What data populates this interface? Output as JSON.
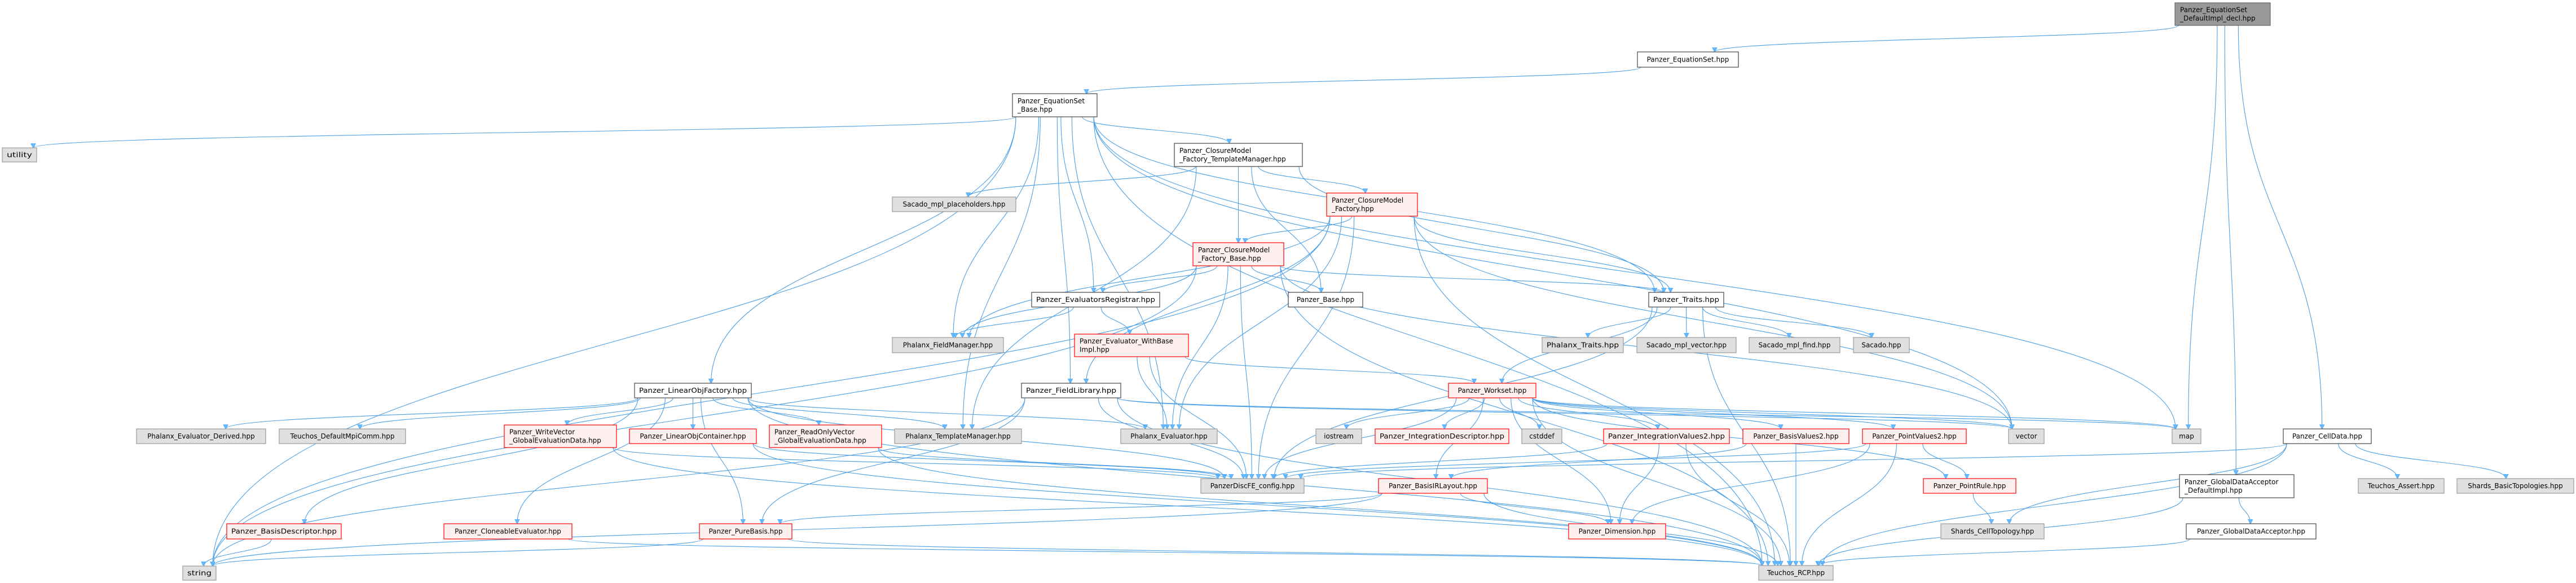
{
  "title": "Panzer_EquationSet_DefaultImpl_decl.hpp include dependency graph",
  "colors": {
    "edge": "#4a9fe6",
    "root_fill": "#999999",
    "red_border": "#ff0000",
    "system_fill": "#e0e0e0"
  },
  "nodes": {
    "root": {
      "lines": [
        "Panzer_EquationSet",
        "_DefaultImpl_decl.hpp"
      ],
      "kind": "root"
    },
    "es": {
      "lines": [
        "Panzer_EquationSet.hpp"
      ],
      "kind": "local"
    },
    "eb": {
      "lines": [
        "Panzer_EquationSet",
        "_Base.hpp"
      ],
      "kind": "local"
    },
    "utility": {
      "lines": [
        "utility"
      ],
      "kind": "system"
    },
    "tm": {
      "lines": [
        "Panzer_ClosureModel",
        "_Factory_TemplateManager.hpp"
      ],
      "kind": "local"
    },
    "smp": {
      "lines": [
        "Sacado_mpl_placeholders.hpp"
      ],
      "kind": "system"
    },
    "cf": {
      "lines": [
        "Panzer_ClosureModel",
        "_Factory.hpp"
      ],
      "kind": "red"
    },
    "fb": {
      "lines": [
        "Panzer_ClosureModel",
        "_Factory_Base.hpp"
      ],
      "kind": "red"
    },
    "er": {
      "lines": [
        "Panzer_EvaluatorsRegistrar.hpp"
      ],
      "kind": "local"
    },
    "pbase": {
      "lines": [
        "Panzer_Base.hpp"
      ],
      "kind": "local"
    },
    "traits": {
      "lines": [
        "Panzer_Traits.hpp"
      ],
      "kind": "local"
    },
    "pfm": {
      "lines": [
        "Phalanx_FieldManager.hpp"
      ],
      "kind": "system"
    },
    "wbi": {
      "lines": [
        "Panzer_Evaluator_WithBase",
        "Impl.hpp"
      ],
      "kind": "red"
    },
    "ptraits": {
      "lines": [
        "Phalanx_Traits.hpp"
      ],
      "kind": "system"
    },
    "smv": {
      "lines": [
        "Sacado_mpl_vector.hpp"
      ],
      "kind": "system"
    },
    "smf": {
      "lines": [
        "Sacado_mpl_find.hpp"
      ],
      "kind": "system"
    },
    "sacado": {
      "lines": [
        "Sacado.hpp"
      ],
      "kind": "system"
    },
    "lof": {
      "lines": [
        "Panzer_LinearObjFactory.hpp"
      ],
      "kind": "local"
    },
    "fl": {
      "lines": [
        "Panzer_FieldLibrary.hpp"
      ],
      "kind": "local"
    },
    "ws": {
      "lines": [
        "Panzer_Workset.hpp"
      ],
      "kind": "red"
    },
    "ped": {
      "lines": [
        "Phalanx_Evaluator_Derived.hpp"
      ],
      "kind": "system"
    },
    "mpi": {
      "lines": [
        "Teuchos_DefaultMpiComm.hpp"
      ],
      "kind": "system"
    },
    "wv": {
      "lines": [
        "Panzer_WriteVector",
        "_GlobalEvaluationData.hpp"
      ],
      "kind": "red"
    },
    "loc": {
      "lines": [
        "Panzer_LinearObjContainer.hpp"
      ],
      "kind": "red"
    },
    "rov": {
      "lines": [
        "Panzer_ReadOnlyVector",
        "_GlobalEvaluationData.hpp"
      ],
      "kind": "red"
    },
    "ptm": {
      "lines": [
        "Phalanx_TemplateManager.hpp"
      ],
      "kind": "system"
    },
    "pev": {
      "lines": [
        "Phalanx_Evaluator.hpp"
      ],
      "kind": "system"
    },
    "ios": {
      "lines": [
        "iostream"
      ],
      "kind": "system"
    },
    "idesc": {
      "lines": [
        "Panzer_IntegrationDescriptor.hpp"
      ],
      "kind": "red"
    },
    "cstddef": {
      "lines": [
        "cstddef"
      ],
      "kind": "system"
    },
    "iv2": {
      "lines": [
        "Panzer_IntegrationValues2.hpp"
      ],
      "kind": "red"
    },
    "bv2": {
      "lines": [
        "Panzer_BasisValues2.hpp"
      ],
      "kind": "red"
    },
    "pv2": {
      "lines": [
        "Panzer_PointValues2.hpp"
      ],
      "kind": "red"
    },
    "vector": {
      "lines": [
        "vector"
      ],
      "kind": "system"
    },
    "map": {
      "lines": [
        "map"
      ],
      "kind": "system"
    },
    "cell": {
      "lines": [
        "Panzer_CellData.hpp"
      ],
      "kind": "local"
    },
    "config": {
      "lines": [
        "PanzerDiscFE_config.hpp"
      ],
      "kind": "system"
    },
    "birl": {
      "lines": [
        "Panzer_BasisIRLayout.hpp"
      ],
      "kind": "red"
    },
    "prule": {
      "lines": [
        "Panzer_PointRule.hpp"
      ],
      "kind": "red"
    },
    "gdadi": {
      "lines": [
        "Panzer_GlobalDataAcceptor",
        "_DefaultImpl.hpp"
      ],
      "kind": "local"
    },
    "tassert": {
      "lines": [
        "Teuchos_Assert.hpp"
      ],
      "kind": "system"
    },
    "sbt": {
      "lines": [
        "Shards_BasicTopologies.hpp"
      ],
      "kind": "system"
    },
    "bdesc": {
      "lines": [
        "Panzer_BasisDescriptor.hpp"
      ],
      "kind": "red"
    },
    "clone": {
      "lines": [
        "Panzer_CloneableEvaluator.hpp"
      ],
      "kind": "red"
    },
    "pure": {
      "lines": [
        "Panzer_PureBasis.hpp"
      ],
      "kind": "red"
    },
    "dim": {
      "lines": [
        "Panzer_Dimension.hpp"
      ],
      "kind": "red"
    },
    "sct": {
      "lines": [
        "Shards_CellTopology.hpp"
      ],
      "kind": "system"
    },
    "gda": {
      "lines": [
        "Panzer_GlobalDataAcceptor.hpp"
      ],
      "kind": "local"
    },
    "string": {
      "lines": [
        "string"
      ],
      "kind": "system"
    },
    "rcp": {
      "lines": [
        "Teuchos_RCP.hpp"
      ],
      "kind": "system"
    }
  },
  "edges": [
    [
      "root",
      "es"
    ],
    [
      "root",
      "map"
    ],
    [
      "root",
      "gdadi"
    ],
    [
      "root",
      "cell"
    ],
    [
      "es",
      "eb"
    ],
    [
      "eb",
      "utility"
    ],
    [
      "eb",
      "string"
    ],
    [
      "eb",
      "tm"
    ],
    [
      "eb",
      "traits"
    ],
    [
      "eb",
      "lof"
    ],
    [
      "eb",
      "fl"
    ],
    [
      "eb",
      "pfm"
    ],
    [
      "eb",
      "er"
    ],
    [
      "eb",
      "rcp"
    ],
    [
      "eb",
      "vector"
    ],
    [
      "eb",
      "map"
    ],
    [
      "eb",
      "pev"
    ],
    [
      "eb",
      "ptm"
    ],
    [
      "tm",
      "smp"
    ],
    [
      "tm",
      "fb"
    ],
    [
      "tm",
      "cf"
    ],
    [
      "tm",
      "pbase"
    ],
    [
      "tm",
      "ptm"
    ],
    [
      "tm",
      "traits"
    ],
    [
      "cf",
      "fb"
    ],
    [
      "cf",
      "traits"
    ],
    [
      "cf",
      "pfm"
    ],
    [
      "cf",
      "pev"
    ],
    [
      "cf",
      "string"
    ],
    [
      "cf",
      "vector"
    ],
    [
      "cf",
      "rcp"
    ],
    [
      "cf",
      "config"
    ],
    [
      "cf",
      "fl"
    ],
    [
      "fb",
      "er"
    ],
    [
      "fb",
      "pbase"
    ],
    [
      "fb",
      "pfm"
    ],
    [
      "fb",
      "traits"
    ],
    [
      "fb",
      "pev"
    ],
    [
      "fb",
      "config"
    ],
    [
      "fb",
      "string"
    ],
    [
      "fb",
      "vector"
    ],
    [
      "fb",
      "rcp"
    ],
    [
      "er",
      "pfm"
    ],
    [
      "er",
      "wbi"
    ],
    [
      "wbi",
      "ws"
    ],
    [
      "wbi",
      "pev"
    ],
    [
      "wbi",
      "config"
    ],
    [
      "traits",
      "ptraits"
    ],
    [
      "traits",
      "smv"
    ],
    [
      "traits",
      "smf"
    ],
    [
      "traits",
      "sacado"
    ],
    [
      "traits",
      "ws"
    ],
    [
      "traits",
      "config"
    ],
    [
      "traits",
      "rcp"
    ],
    [
      "lof",
      "ped"
    ],
    [
      "lof",
      "mpi"
    ],
    [
      "lof",
      "wv"
    ],
    [
      "lof",
      "loc"
    ],
    [
      "lof",
      "rov"
    ],
    [
      "lof",
      "ptm"
    ],
    [
      "lof",
      "pev"
    ],
    [
      "lof",
      "clone"
    ],
    [
      "lof",
      "pure"
    ],
    [
      "lof",
      "bdesc"
    ],
    [
      "lof",
      "rcp"
    ],
    [
      "lof",
      "config"
    ],
    [
      "fl",
      "pure"
    ],
    [
      "fl",
      "config"
    ],
    [
      "fl",
      "rcp"
    ],
    [
      "fl",
      "string"
    ],
    [
      "fl",
      "vector"
    ],
    [
      "fl",
      "map"
    ],
    [
      "ws",
      "ios"
    ],
    [
      "ws",
      "idesc"
    ],
    [
      "ws",
      "cstddef"
    ],
    [
      "ws",
      "iv2"
    ],
    [
      "ws",
      "bv2"
    ],
    [
      "ws",
      "pv2"
    ],
    [
      "ws",
      "dim"
    ],
    [
      "ws",
      "vector"
    ],
    [
      "ws",
      "map"
    ],
    [
      "ws",
      "config"
    ],
    [
      "ws",
      "rcp"
    ],
    [
      "ws",
      "birl"
    ],
    [
      "ws",
      "prule"
    ],
    [
      "wv",
      "config"
    ],
    [
      "wv",
      "rcp"
    ],
    [
      "loc",
      "config"
    ],
    [
      "loc",
      "rcp"
    ],
    [
      "rov",
      "config"
    ],
    [
      "rov",
      "rcp"
    ],
    [
      "iv2",
      "config"
    ],
    [
      "iv2",
      "dim"
    ],
    [
      "iv2",
      "rcp"
    ],
    [
      "bv2",
      "birl"
    ],
    [
      "bv2",
      "rcp"
    ],
    [
      "pv2",
      "prule"
    ],
    [
      "pv2",
      "dim"
    ],
    [
      "pv2",
      "rcp"
    ],
    [
      "pv2",
      "config"
    ],
    [
      "birl",
      "dim"
    ],
    [
      "birl",
      "pure"
    ],
    [
      "birl",
      "rcp"
    ],
    [
      "birl",
      "string"
    ],
    [
      "prule",
      "sct"
    ],
    [
      "pure",
      "string"
    ],
    [
      "pure",
      "rcp"
    ],
    [
      "clone",
      "rcp"
    ],
    [
      "bdesc",
      "string"
    ],
    [
      "cell",
      "tassert"
    ],
    [
      "cell",
      "sbt"
    ],
    [
      "cell",
      "sct"
    ],
    [
      "cell",
      "rcp"
    ],
    [
      "cell",
      "config"
    ],
    [
      "gdadi",
      "gda"
    ],
    [
      "gdadi",
      "rcp"
    ],
    [
      "gda",
      "rcp"
    ]
  ]
}
